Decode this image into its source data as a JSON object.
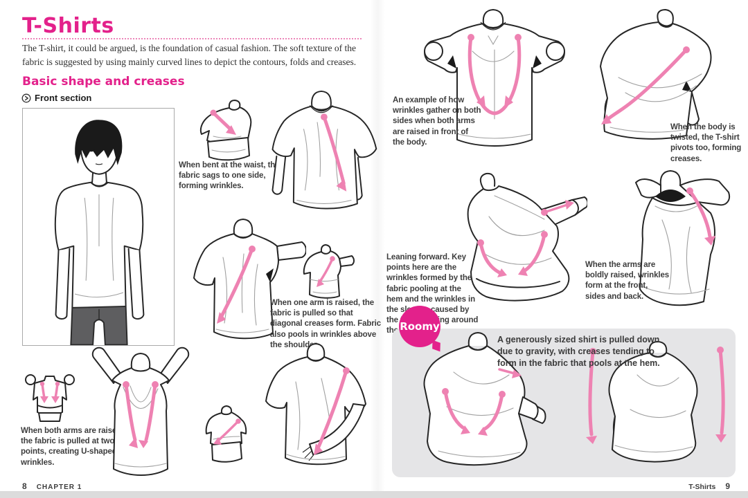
{
  "colors": {
    "accent_pink": "#e3218b",
    "arrow_pink": "#ee82b2",
    "panel_gray": "#e5e5e7",
    "lineart": "#262626"
  },
  "left": {
    "title": "T-Shirts",
    "intro": "The T-shirt, it could be argued, is the foundation of casual fashion. The soft texture of the fabric is suggested by using mainly curved lines to depict the contours, folds and creases.",
    "section_heading": "Basic shape and creases",
    "subsection_label": "Front section",
    "captions": {
      "bent_waist": "When bent at the waist, the fabric sags to one side, forming wrinkles.",
      "one_arm_raised": "When one arm is raised, the fabric is pulled so that diagonal creases form. Fabric also pools in wrinkles above the shoulder.",
      "both_arms_raised": "When both arms are raised, the fabric is pulled at two points, creating U-shaped wrinkles."
    },
    "footer": {
      "page_number": "8",
      "chapter_label": "CHAPTER 1"
    }
  },
  "right": {
    "captions": {
      "arms_in_front": "An example of how wrinkles gather on both sides when both arms are raised in front of the body.",
      "body_twisted": "When the body is twisted, the T-shirt pivots too, forming creases.",
      "leaning_forward": "Leaning forward. Key points here are the wrinkles formed by the fabric pooling at the hem and the wrinkles in the sleeves caused by the fabric pulling around the chest.",
      "arms_boldly_raised": "When the arms are boldly raised, wrinkles form at the front, sides and back."
    },
    "roomy": {
      "badge_label": "Roomy",
      "caption": "A generously sized shirt is pulled down due to gravity, with creases tending to form in the fabric that pools at the hem."
    },
    "footer": {
      "section_label": "T-Shirts",
      "page_number": "9"
    }
  }
}
